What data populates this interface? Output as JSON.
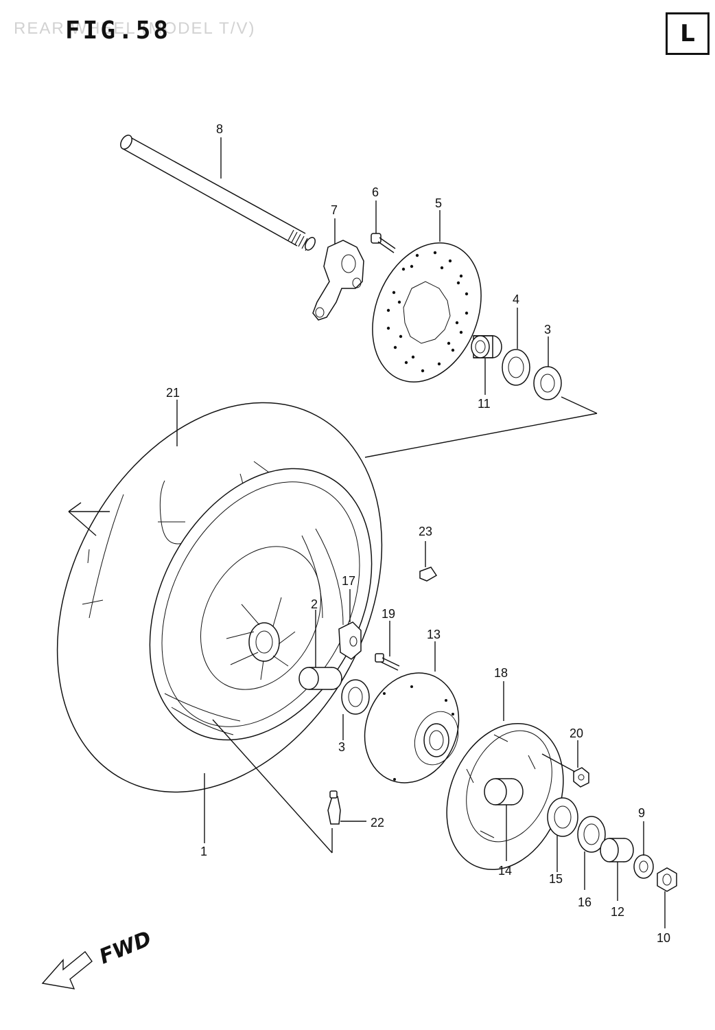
{
  "header": {
    "ghost_title": "REAR WHEEL (MODEL T/V)",
    "figure_title": "FIG.58",
    "section_letter": "L"
  },
  "callouts": {
    "c1": "1",
    "c2": "2",
    "c3a": "3",
    "c3b": "3",
    "c4": "4",
    "c5": "5",
    "c6": "6",
    "c7": "7",
    "c8": "8",
    "c9": "9",
    "c10": "10",
    "c11": "11",
    "c12": "12",
    "c13": "13",
    "c14": "14",
    "c15": "15",
    "c16": "16",
    "c17": "17",
    "c18": "18",
    "c19": "19",
    "c20": "20",
    "c21": "21",
    "c22": "22",
    "c23": "23"
  },
  "direction": {
    "label": "FWD",
    "icon": "arrow-forward-icon"
  }
}
